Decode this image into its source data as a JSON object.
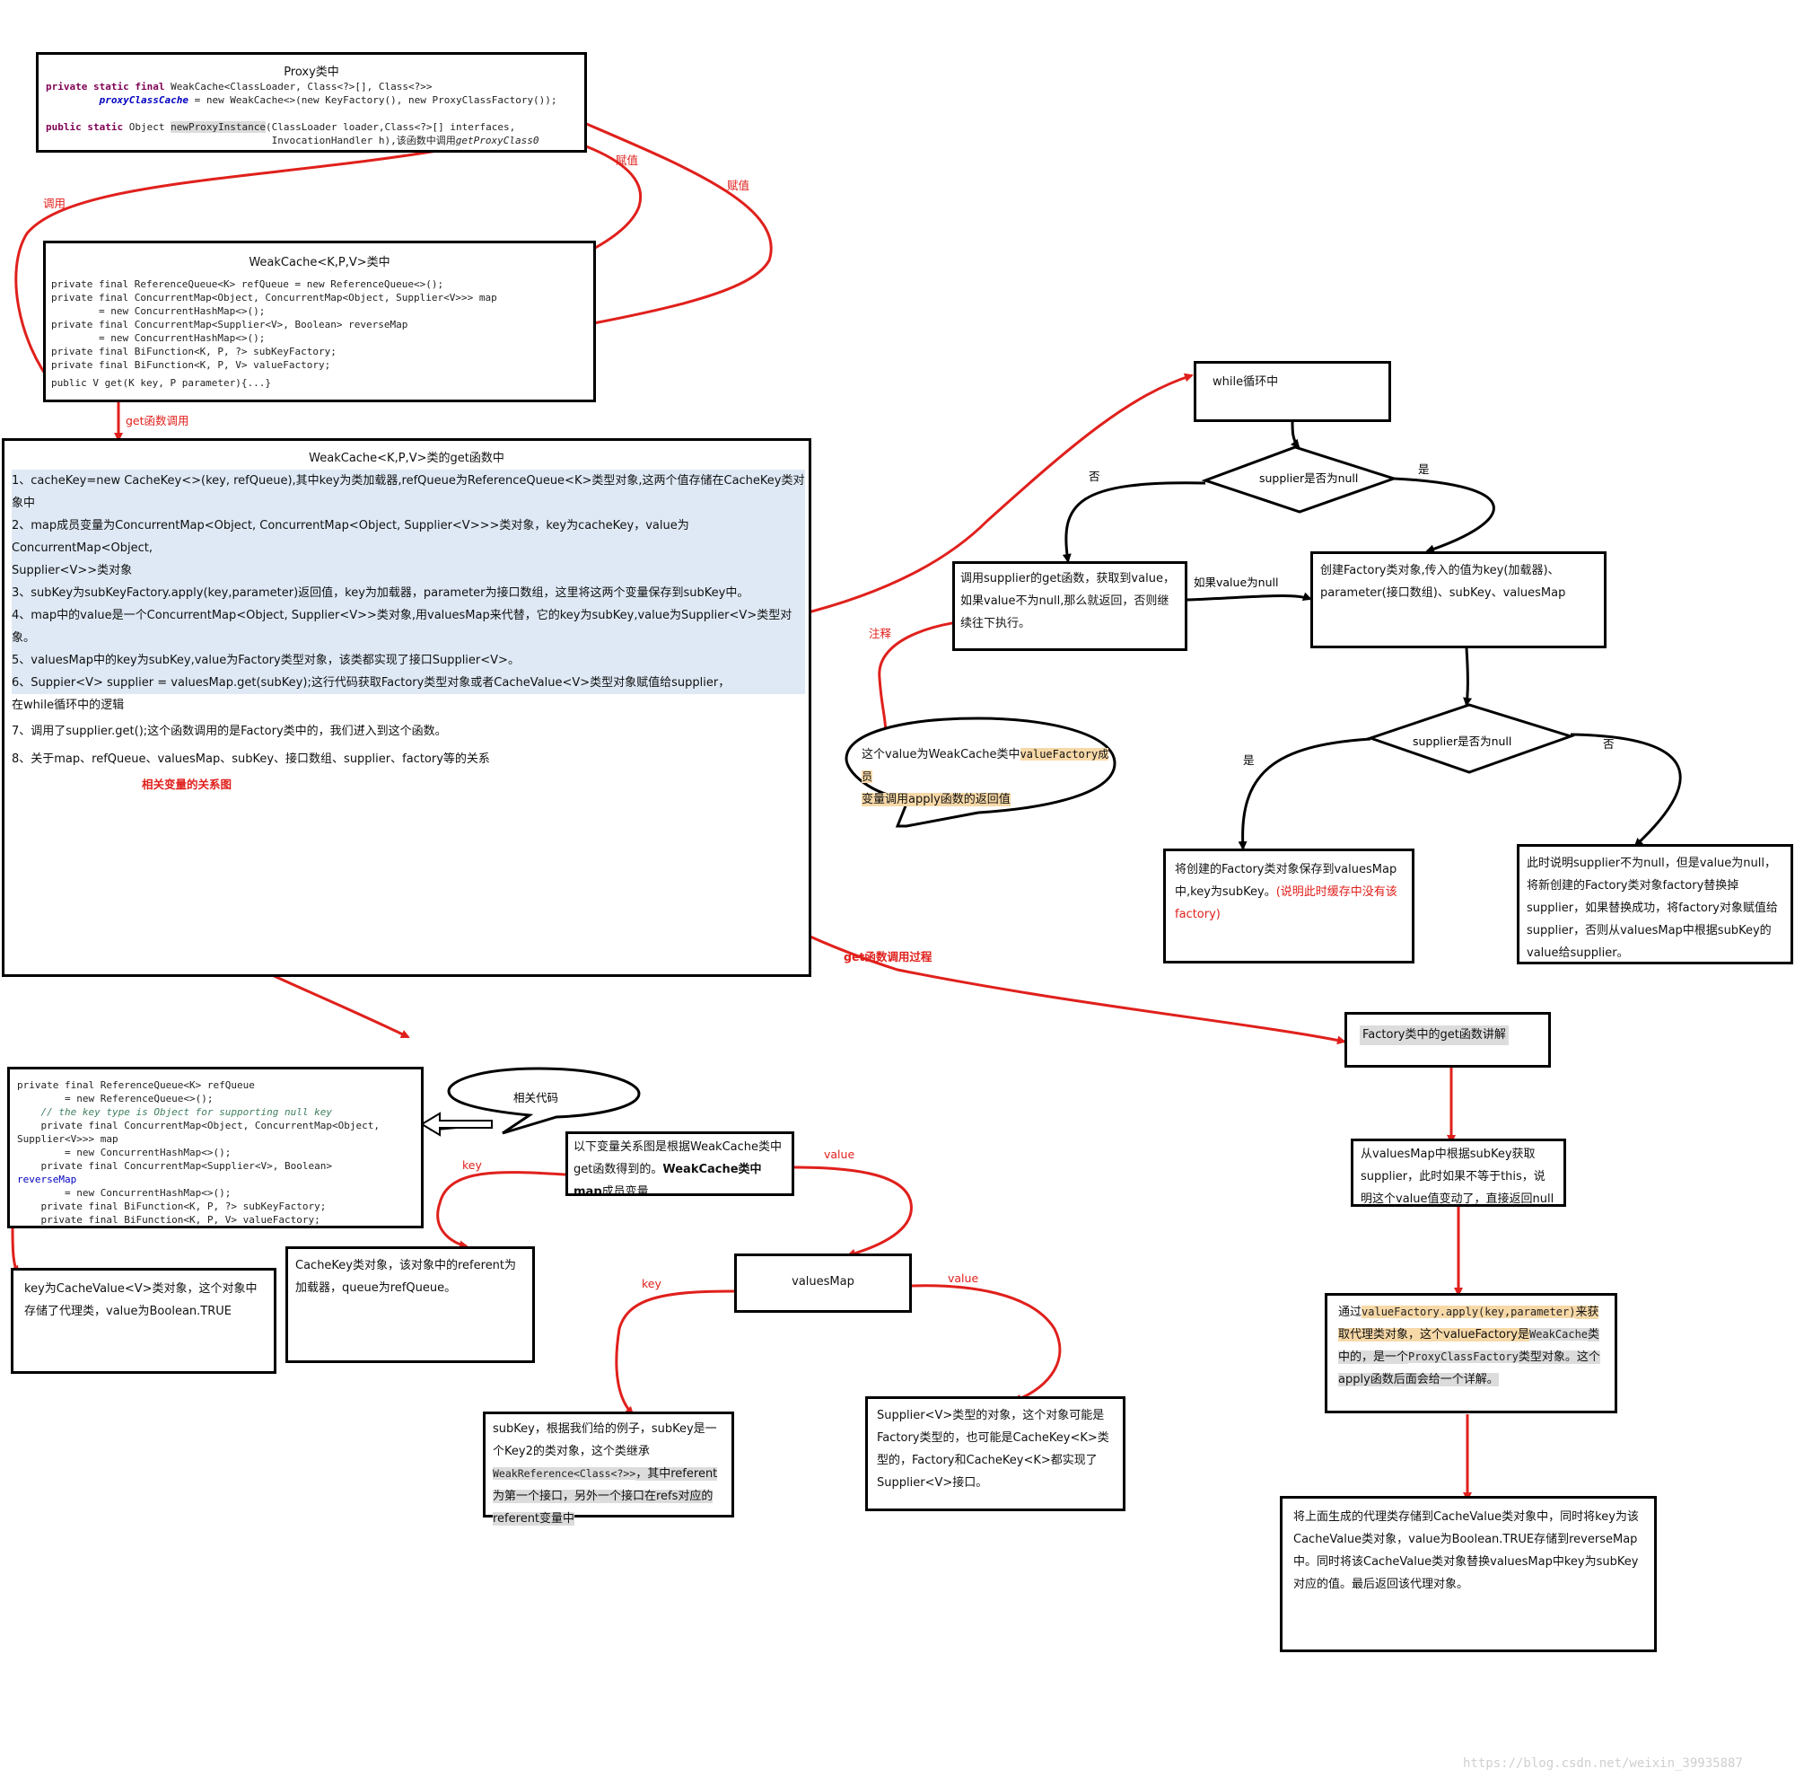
{
  "proxy_box": {
    "title": "Proxy类中",
    "l1_a": "private static final ",
    "l1_b": "WeakCache<ClassLoader, Class<?>[], Class<?>>",
    "l2_a": "proxyClassCache",
    "l2_b": " = new WeakCache<>(new KeyFactory(), new ProxyClassFactory());",
    "l3_a": "public static ",
    "l3_b": "Object ",
    "l3_c": "newProxyInstance",
    "l3_d": "(ClassLoader loader,Class<?>[] interfaces,",
    "l4_a": "InvocationHandler h),",
    "l4_b": "该函数中调用",
    "l4_c": "getProxyClass0"
  },
  "weakcache_box": {
    "title": "WeakCache<K,P,V>类中",
    "lines": [
      "private final ReferenceQueue<K> refQueue = new ReferenceQueue<>();",
      "private final ConcurrentMap<Object, ConcurrentMap<Object, Supplier<V>>> map",
      "        = new ConcurrentHashMap<>();",
      "private final ConcurrentMap<Supplier<V>, Boolean> reverseMap",
      "        = new ConcurrentHashMap<>();",
      "private final BiFunction<K, P, ?> subKeyFactory;",
      "private final BiFunction<K, P, V> valueFactory;",
      "public V get(K key, P parameter){...}"
    ]
  },
  "get_box": {
    "title": "WeakCache<K,P,V>类的get函数中",
    "items": [
      "1、cacheKey=new CacheKey<>(key, refQueue),其中key为类加载器,refQueue为ReferenceQueue<K>类型对象,这两个值存储在CacheKey类对象中",
      "2、map成员变量为ConcurrentMap<Object, ConcurrentMap<Object, Supplier<V>>>类对象，key为cacheKey，value为ConcurrentMap<Object,",
      "Supplier<V>>类对象",
      "3、subKey为subKeyFactory.apply(key,parameter)返回值，key为加载器，parameter为接口数组，这里将这两个变量保存到subKey中。",
      "4、map中的value是一个ConcurrentMap<Object, Supplier<V>>类对象,用valuesMap来代替，它的key为subKey,value为Supplier<V>类型对象。",
      "5、valuesMap中的key为subKey,value为Factory类型对象，该类都实现了接口Supplier<V>。",
      "6、Suppier<V> supplier = valuesMap.get(subKey);这行代码获取Factory类型对象或者CacheValue<V>类型对象赋值给supplier，",
      "在while循环中的逻辑",
      "7、调用了supplier.get();这个函数调用的是Factory类中的，我们进入到这个函数。",
      "8、关于map、refQueue、valuesMap、subKey、接口数组、supplier、factory等的关系"
    ]
  },
  "flow": {
    "while_box": "while循环中",
    "diamond1": "supplier是否为null",
    "no1": "否",
    "yes1": "是",
    "call_get_box": "调用supplier的get函数，获取到value，如果value不为null,那么就返回，否则继续往下执行。",
    "create_factory_box": "创建Factory类对象,传入的值为key(加载器)、parameter(接口数组)、subKey、valuesMap",
    "if_value_null": "如果value为null",
    "note_label": "注释",
    "bubble_a": "这个value为WeakCache类中",
    "bubble_b": "valueFactory成员",
    "bubble_c": "变量调用apply函数的返回值",
    "diamond2": "supplier是否为null",
    "yes2": "是",
    "no2": "否",
    "save_box_a": "将创建的Factory类对象保存到valuesMap中,key为subKey。",
    "save_box_b": "(说明此时缓存中没有该factory)",
    "replace_box": "此时说明supplier不为null，但是value为null，将新创建的Factory类对象factory替换掉supplier，如果替换成功，将factory对象赋值给supplier，否则从valuesMap中根据subKey的value给supplier。"
  },
  "factory": {
    "title": "Factory类中的get函数讲解",
    "step1": "从valuesMap中根据subKey获取supplier，此时如果不等于this，说明这个value值变动了，直接返回null",
    "step2_a": "通过",
    "step2_b": "valueFactory.apply(key,parameter)",
    "step2_c": "来获取代理类对象，这个valueFactory是",
    "step2_d": "WeakCache",
    "step2_e": "类中的，是一个",
    "step2_f": "ProxyClassFactory",
    "step2_g": "类型对象。这个apply函数后面会给一个详解。",
    "step3": "将上面生成的代理类存储到CacheValue类对象中，同时将key为该CacheValue类对象，value为Boolean.TRUE存储到reverseMap中。同时将该CacheValue类对象替换valuesMap中key为subKey对应的值。最后返回该代理对象。"
  },
  "relations": {
    "code_lines": [
      "private final ReferenceQueue<K> refQueue",
      "        = new ReferenceQueue<>();",
      "    // the key type is Object for supporting null key",
      "    private final ConcurrentMap<Object, ConcurrentMap<Object,",
      "Supplier<V>>> map",
      "        = new ConcurrentHashMap<>();",
      "    private final ConcurrentMap<Supplier<V>, Boolean>",
      "reverseMap",
      "        = new ConcurrentHashMap<>();",
      "    private final BiFunction<K, P, ?> subKeyFactory;",
      "    private final BiFunction<K, P, V> valueFactory;"
    ],
    "bubble": "相关代码",
    "map_box_a": "以下变量关系图是根据WeakCache类中get函数得到的。",
    "map_box_b": "WeakCache类中map",
    "map_box_c": "成员变量",
    "cachevalue_box": "key为CacheValue<V>类对象，这个对象中存储了代理类，value为Boolean.TRUE",
    "cachekey_box": "CacheKey类对象，该对象中的referent为加载器，queue为refQueue。",
    "valuesmap_box": "valuesMap",
    "subkey_box_a": "subKey，根据我们给的例子，subKey是一个Key2的类对象，这个类继承",
    "subkey_box_b": "WeakReference<Class<?>>",
    "subkey_box_c": "，其中referent为第一个接口，另外一个接口在refs对应的referent变量中",
    "supplier_box": "Supplier<V>类型的对象，这个对象可能是Factory类型的，也可能是CacheKey<K>类型的，Factory和CacheKey<K>都实现了Supplier<V>接口。"
  },
  "labels": {
    "call": "调用",
    "assign1": "赋值",
    "assign2": "赋值",
    "get_call": "get函数调用",
    "related_vars": "相关变量的关系图",
    "get_call_process": "get函数调用过程",
    "key1": "key",
    "value1": "value",
    "key2": "key",
    "value2": "value",
    "dot": "."
  },
  "watermark": "https://blog.csdn.net/weixin_39935887",
  "colors": {
    "arrow": "#e0201c",
    "border": "#000000"
  }
}
